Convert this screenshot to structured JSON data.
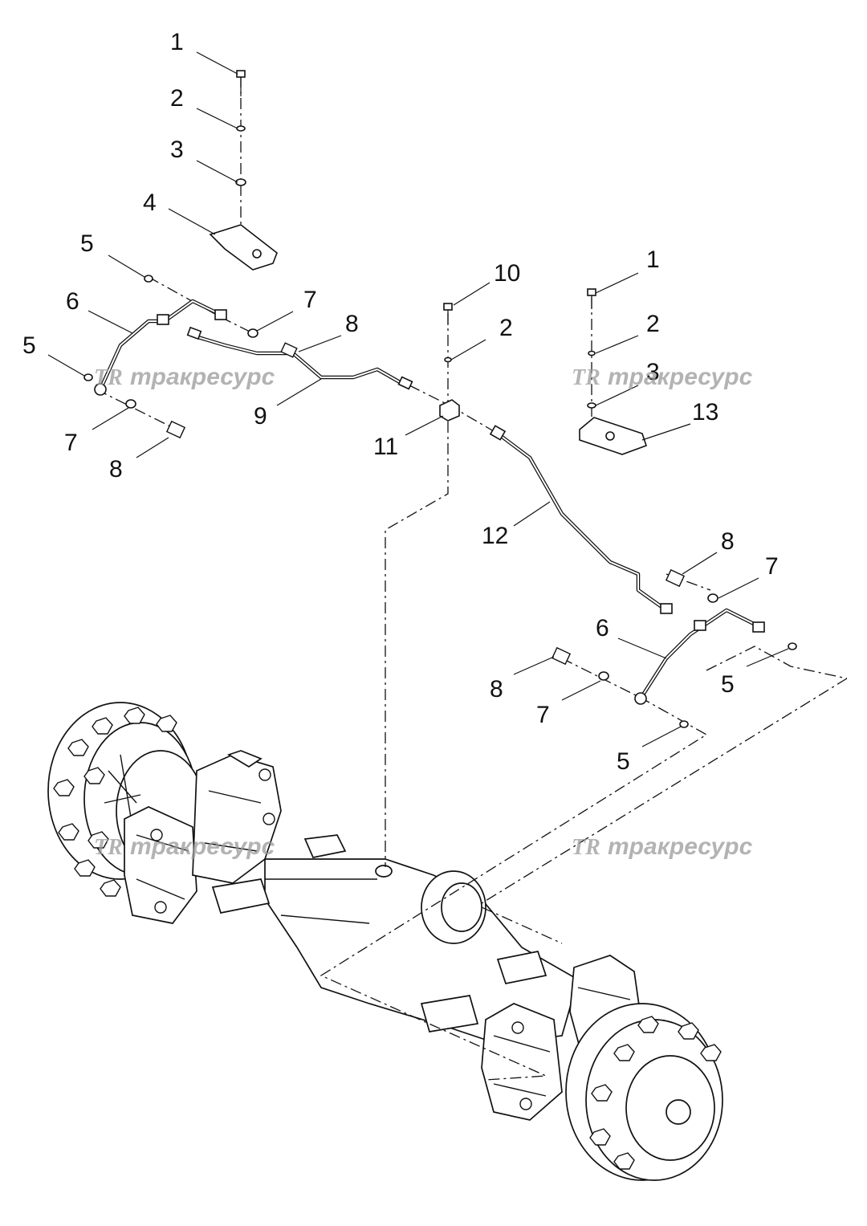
{
  "callouts": {
    "c1a": "1",
    "c2a": "2",
    "c3a": "3",
    "c4": "4",
    "c5a": "5",
    "c6a": "6",
    "c5b": "5",
    "c7a": "7",
    "c8a": "8",
    "c9": "9",
    "c7b": "7",
    "c8b": "8",
    "c10": "10",
    "c2b": "2",
    "c11": "11",
    "c1b": "1",
    "c2c": "2",
    "c3b": "3",
    "c13": "13",
    "c12": "12",
    "c8c": "8",
    "c7c": "7",
    "c6b": "6",
    "c8d": "8",
    "c7d": "7",
    "c5c": "5",
    "c5d": "5"
  },
  "watermark": {
    "logo": "TR",
    "text": "тракресурс"
  }
}
